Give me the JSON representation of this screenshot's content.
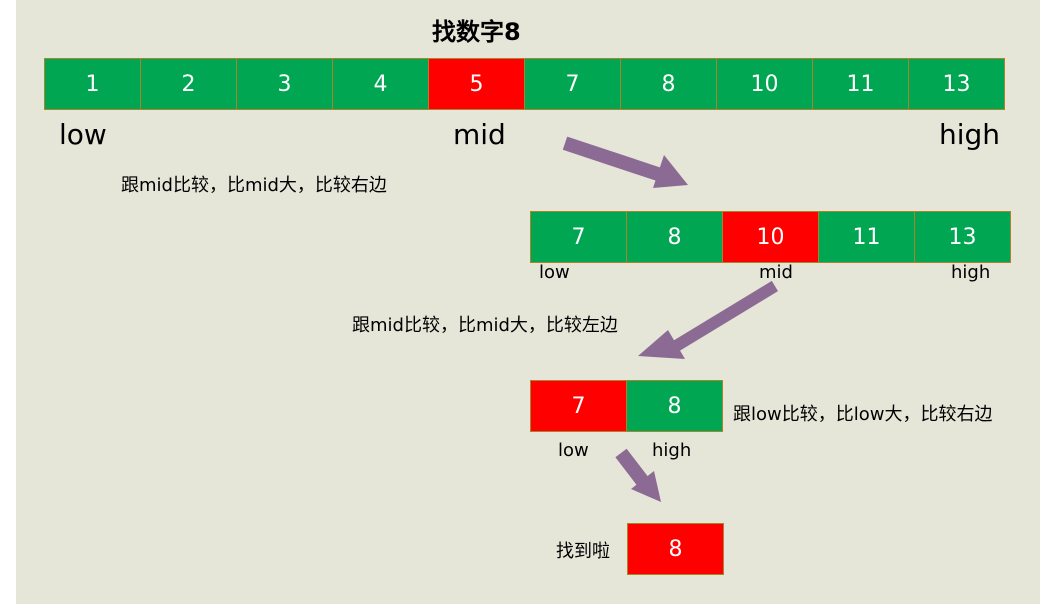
{
  "title": "找数字8",
  "colors": {
    "background": "#e5e5d8",
    "normal_cell": "#00a651",
    "mid_cell": "#ff0000",
    "border": "#a8842c",
    "arrow": "#8b6b94"
  },
  "steps": [
    {
      "cells": [
        {
          "value": "1",
          "state": "normal"
        },
        {
          "value": "2",
          "state": "normal"
        },
        {
          "value": "3",
          "state": "normal"
        },
        {
          "value": "4",
          "state": "normal"
        },
        {
          "value": "5",
          "state": "mid"
        },
        {
          "value": "7",
          "state": "normal"
        },
        {
          "value": "8",
          "state": "normal"
        },
        {
          "value": "10",
          "state": "normal"
        },
        {
          "value": "11",
          "state": "normal"
        },
        {
          "value": "13",
          "state": "normal"
        }
      ],
      "pointers": {
        "low": "low",
        "mid": "mid",
        "high": "high"
      },
      "note": "跟mid比较，比mid大，比较右边"
    },
    {
      "cells": [
        {
          "value": "7",
          "state": "normal"
        },
        {
          "value": "8",
          "state": "normal"
        },
        {
          "value": "10",
          "state": "mid"
        },
        {
          "value": "11",
          "state": "normal"
        },
        {
          "value": "13",
          "state": "normal"
        }
      ],
      "pointers": {
        "low": "low",
        "mid": "mid",
        "high": "high"
      },
      "note": "跟mid比较，比mid大，比较左边"
    },
    {
      "cells": [
        {
          "value": "7",
          "state": "mid"
        },
        {
          "value": "8",
          "state": "normal"
        }
      ],
      "pointers": {
        "low": "low",
        "high": "high"
      },
      "note": "跟low比较，比low大，比较右边"
    },
    {
      "cells": [
        {
          "value": "8",
          "state": "mid"
        }
      ],
      "note": "找到啦"
    }
  ]
}
